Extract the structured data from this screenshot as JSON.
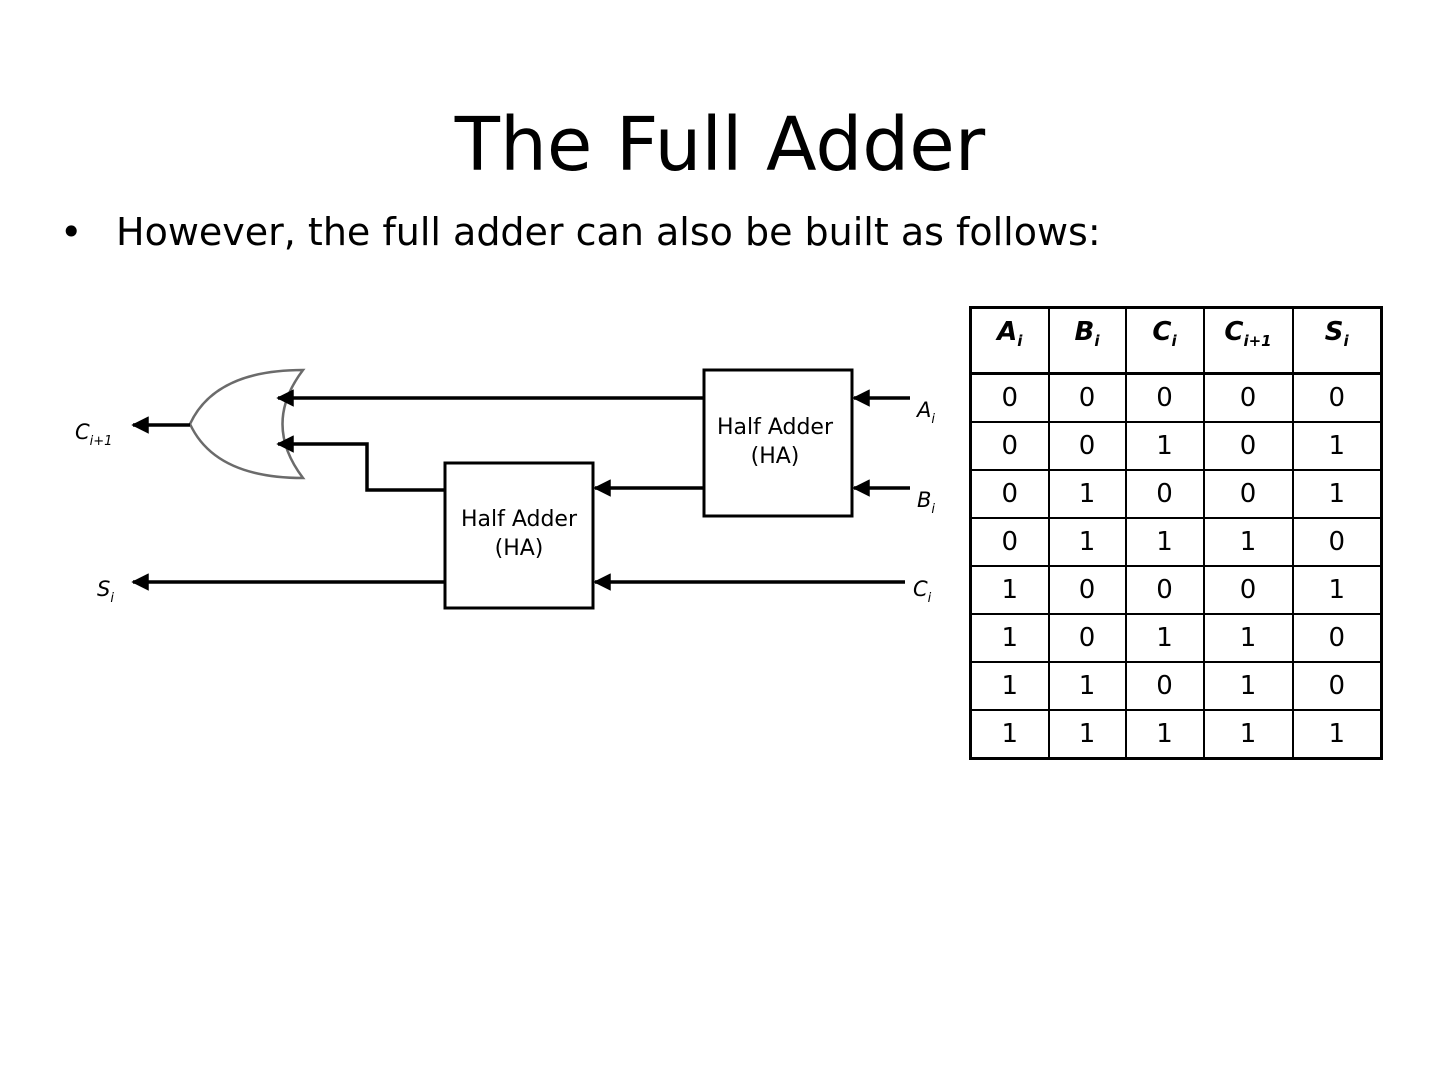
{
  "slide": {
    "title": "The Full Adder",
    "bullet": "However, the full adder can also be built as follows:"
  },
  "circuit": {
    "half_adder_top": {
      "line1": "Half Adder",
      "line2": "(HA)"
    },
    "half_adder_bottom": {
      "line1": "Half Adder",
      "line2": "(HA)"
    },
    "signals": {
      "a": {
        "base": "A",
        "sub": "i"
      },
      "b": {
        "base": "B",
        "sub": "i"
      },
      "c": {
        "base": "C",
        "sub": "i"
      },
      "carry_out": {
        "base": "C",
        "sub": "i+1"
      },
      "sum": {
        "base": "S",
        "sub": "i"
      }
    }
  },
  "truth_table": {
    "headers": [
      {
        "base": "A",
        "sub": "i"
      },
      {
        "base": "B",
        "sub": "i"
      },
      {
        "base": "C",
        "sub": "i"
      },
      {
        "base": "C",
        "sub": "i+1"
      },
      {
        "base": "S",
        "sub": "i"
      }
    ],
    "rows": [
      [
        "0",
        "0",
        "0",
        "0",
        "0"
      ],
      [
        "0",
        "0",
        "1",
        "0",
        "1"
      ],
      [
        "0",
        "1",
        "0",
        "0",
        "1"
      ],
      [
        "0",
        "1",
        "1",
        "1",
        "0"
      ],
      [
        "1",
        "0",
        "0",
        "0",
        "1"
      ],
      [
        "1",
        "0",
        "1",
        "1",
        "0"
      ],
      [
        "1",
        "1",
        "0",
        "1",
        "0"
      ],
      [
        "1",
        "1",
        "1",
        "1",
        "1"
      ]
    ]
  }
}
